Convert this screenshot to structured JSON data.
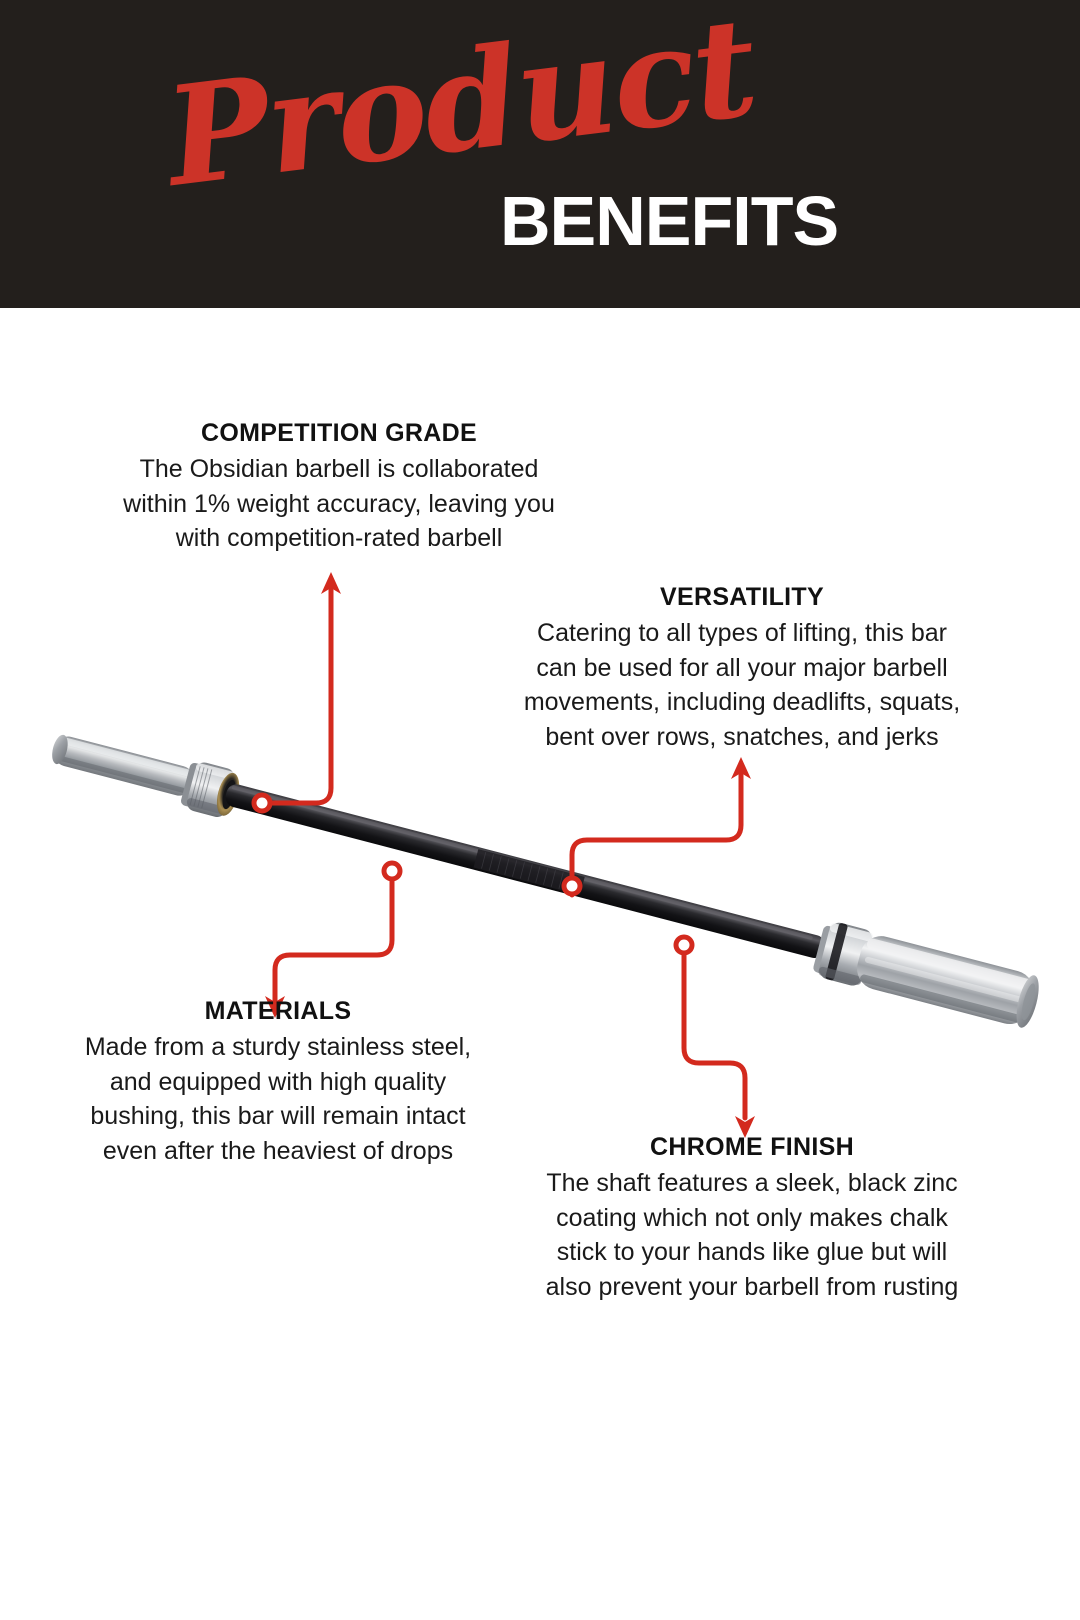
{
  "header": {
    "script_word": "Product",
    "bold_word": "BENEFITS",
    "background_color": "#231f1c",
    "script_color": "#cc3328",
    "bold_color": "#ffffff"
  },
  "accent": {
    "connector_red": "#d32a1e",
    "dot_fill": "#ffffff"
  },
  "product": {
    "name": "Obsidian barbell",
    "image_alt": "olympic-barbell",
    "shaft_color": "#17161a",
    "sleeve_color": "#b9bcc0"
  },
  "callouts": [
    {
      "id": "competition-grade",
      "title": "COMPETITION GRADE",
      "body": "The Obsidian barbell is collaborated\nwithin 1% weight accuracy, leaving you\nwith competition-rated barbell"
    },
    {
      "id": "versatility",
      "title": "VERSATILITY",
      "body": "Catering to all types of lifting, this bar\ncan be used for all your major barbell\nmovements, including deadlifts, squats,\nbent over rows, snatches, and jerks"
    },
    {
      "id": "materials",
      "title": "MATERIALS",
      "body": "Made from a sturdy stainless steel,\nand equipped with high quality\nbushing, this bar will remain intact\neven after the heaviest of drops"
    },
    {
      "id": "chrome-finish",
      "title": "CHROME FINISH",
      "body": "The shaft features a sleek, black zinc\ncoating which not only makes chalk\nstick to your hands like glue but will\nalso prevent your barbell from rusting"
    }
  ]
}
